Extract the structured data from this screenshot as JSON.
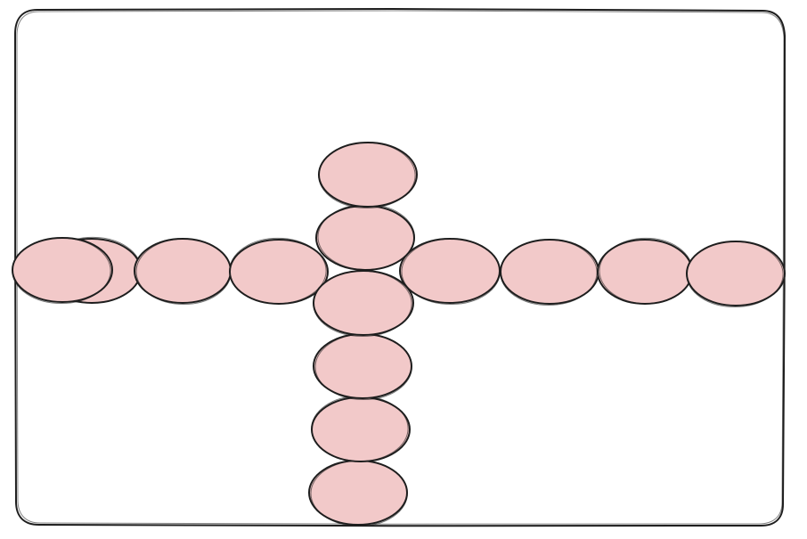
{
  "drawing": {
    "style": "hand-drawn sketch",
    "colors": {
      "background": "#ffffff",
      "stroke": "#1e1e1e",
      "ellipse_fill": "#f2c9c9"
    },
    "frame": {
      "shape": "rounded-rectangle"
    },
    "ellipses": {
      "horizontal_row_count": 9,
      "vertical_column_count": 6
    }
  }
}
